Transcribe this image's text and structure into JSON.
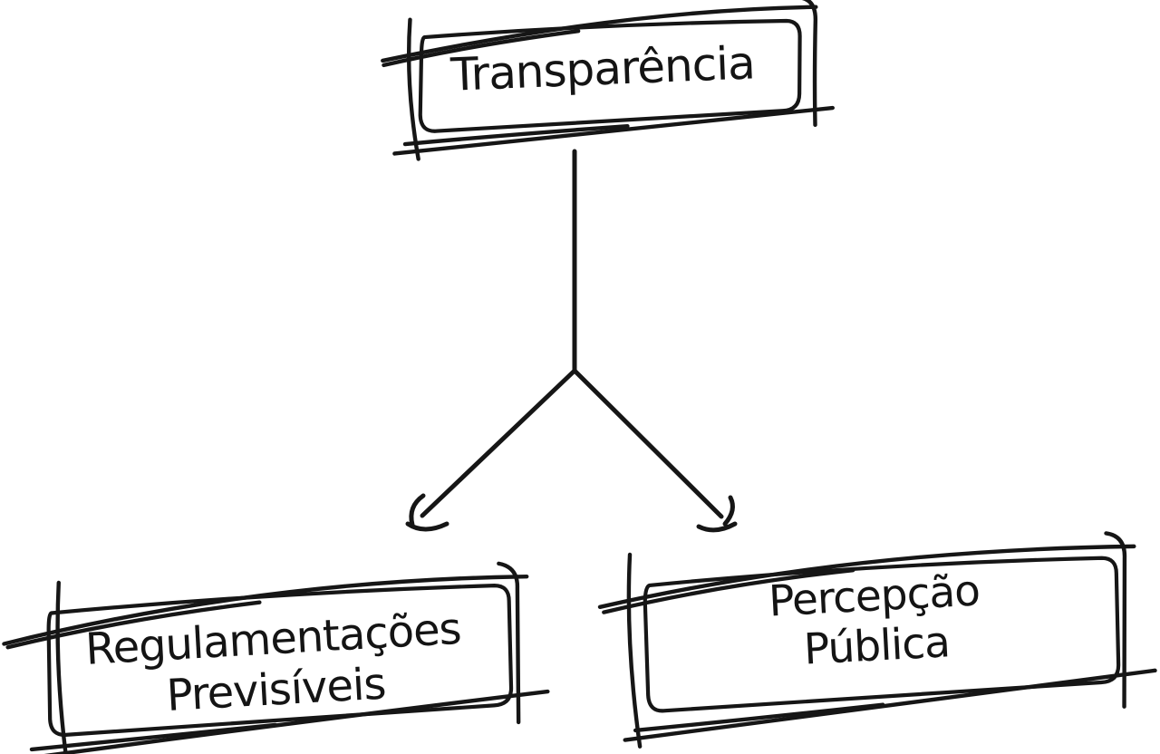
{
  "diagram": {
    "type": "flowchart",
    "style": "hand-drawn-sketch",
    "background_color": "#ffffff",
    "ink_color": "#161616",
    "nodes": [
      {
        "id": "transparencia",
        "label": "Transparência",
        "position": "top-center"
      },
      {
        "id": "regulamentacoes-previsiveis",
        "label": "Regulamentações\nPrevisíveis",
        "position": "bottom-left"
      },
      {
        "id": "percepcao-publica",
        "label": "Percepção\nPública",
        "position": "bottom-right"
      }
    ],
    "edges": [
      {
        "from": "transparencia",
        "to": "regulamentacoes-previsiveis",
        "arrowhead": "curved-barb"
      },
      {
        "from": "transparencia",
        "to": "percepcao-publica",
        "arrowhead": "curved-barb"
      }
    ]
  }
}
